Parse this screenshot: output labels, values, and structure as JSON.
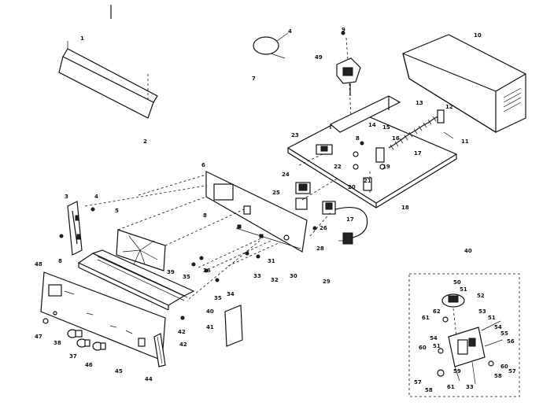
{
  "labels": {
    "l1": "1",
    "l2": "2",
    "l4a": "4",
    "l7": "7",
    "l9": "9",
    "l49": "49",
    "l10": "10",
    "l13": "13",
    "l12": "12",
    "l11": "11",
    "l14": "14",
    "l15": "15",
    "l16": "16",
    "l17a": "17",
    "l23": "23",
    "l8a": "8",
    "l22": "22",
    "l19": "19",
    "l21": "21",
    "l20": "20",
    "l24": "24",
    "l25": "25",
    "l18": "18",
    "l17b": "17",
    "l6": "6",
    "l3": "3",
    "l4b": "4",
    "l5": "5",
    "l8b": "8",
    "l8c": "8",
    "l28": "28",
    "l26": "26",
    "l31": "31",
    "l32": "32",
    "l30": "30",
    "l29": "29",
    "l35": "35",
    "l36": "36",
    "l33": "33",
    "l39": "39",
    "l34": "34",
    "l35b": "35",
    "l48": "48",
    "l40": "40",
    "l42a": "42",
    "l42b": "42",
    "l41": "41",
    "l47": "47",
    "l38": "38",
    "l37": "37",
    "l46": "46",
    "l45": "45",
    "l44": "44",
    "l40b": "40",
    "l50": "50",
    "l51a": "51",
    "l52": "52",
    "l62": "62",
    "l61a": "61",
    "l53": "53",
    "l51b": "51",
    "l54a": "54",
    "l55": "55",
    "l56a": "56",
    "l54b": "54",
    "l51c": "51",
    "l60a": "60",
    "l57a": "57",
    "l59": "59",
    "l60b": "60",
    "l57b": "57",
    "l58a": "58",
    "l61b": "61",
    "l33b": "33",
    "l58b": "58"
  }
}
